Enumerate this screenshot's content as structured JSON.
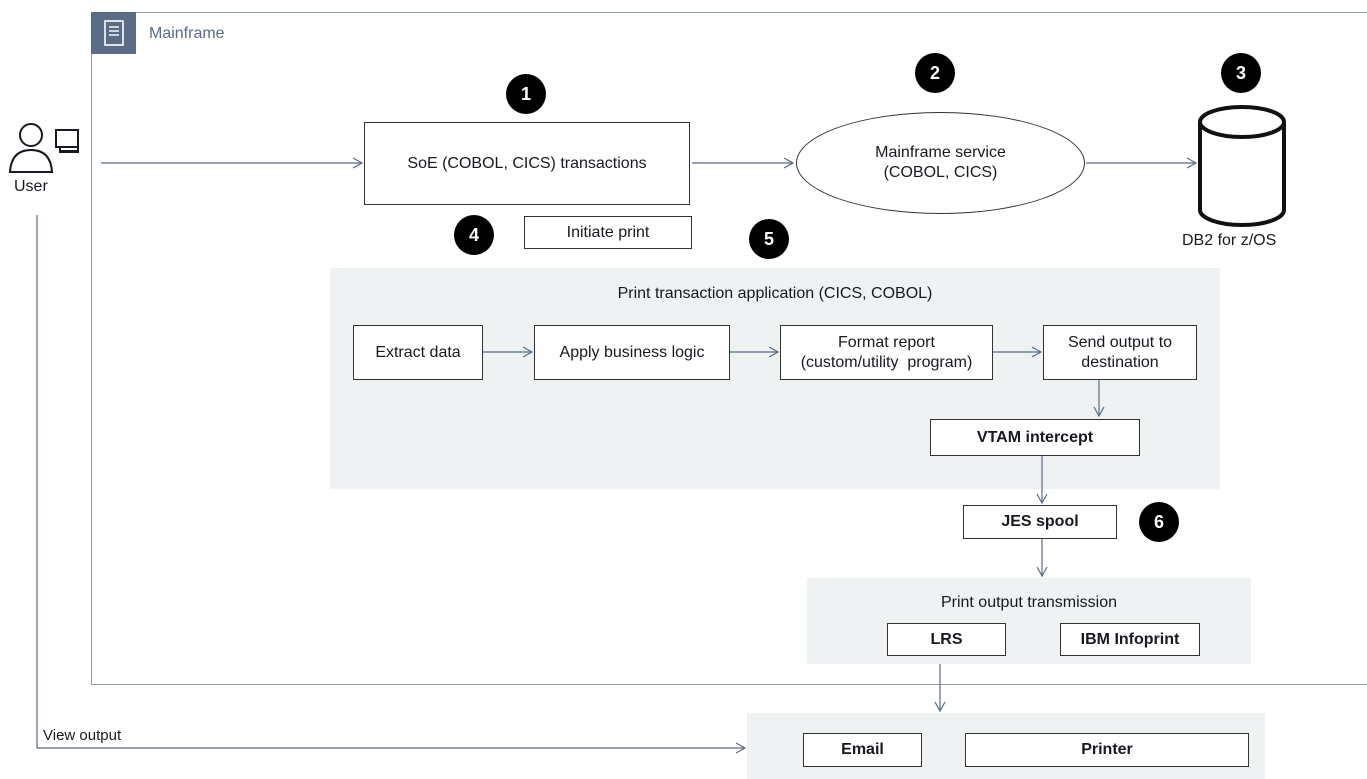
{
  "group": {
    "label": "Mainframe"
  },
  "user": {
    "label": "User"
  },
  "flow": {
    "view_output": "View output"
  },
  "nodes": {
    "soe": "SoE (COBOL, CICS) transactions",
    "service_line1": "Mainframe service",
    "service_line2": "(COBOL, CICS)",
    "db2": "DB2 for z/OS",
    "initiate_print": "Initiate print",
    "extract": "Extract data",
    "business": "Apply business logic",
    "format_line1": "Format report",
    "format_line2": "(custom/utility  program)",
    "send_line1": "Send output to",
    "send_line2": "destination",
    "vtam": "VTAM intercept",
    "jes": "JES spool",
    "lrs": "LRS",
    "infoprint": "IBM Infoprint",
    "email": "Email",
    "printer": "Printer"
  },
  "regions": {
    "print_app": "Print transaction application (CICS, COBOL)",
    "transmission": "Print output transmission"
  },
  "badges": [
    "1",
    "2",
    "3",
    "4",
    "5",
    "6"
  ],
  "colors": {
    "line": "#5a6b86",
    "region": "#eef2f2",
    "badge": "#000000"
  }
}
